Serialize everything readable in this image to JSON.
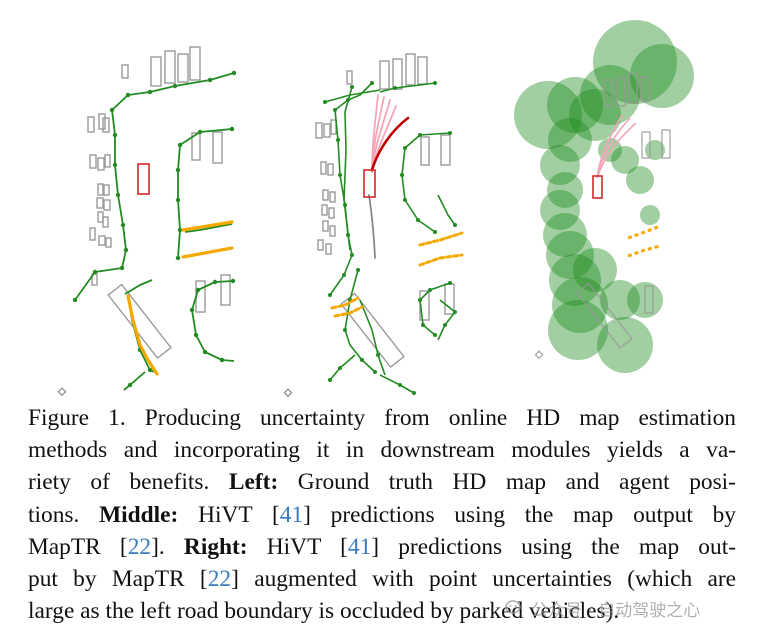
{
  "caption": {
    "label": "Figure 1.",
    "p1": "Producing uncertainty from online HD map estimation",
    "p2": "methods and incorporating it in downstream modules yields a va-",
    "p3": "riety of benefits.",
    "left_head": "Left:",
    "p4": "Ground truth HD map and agent posi-",
    "p5": "tions.",
    "middle_head": "Middle:",
    "p6": "HiVT [",
    "ref41": "41",
    "p7": "] predictions using the map output by",
    "p8": "MapTR [",
    "ref22": "22",
    "p9": "].",
    "right_head": "Right:",
    "p10": "HiVT [",
    "p11": "] predictions using the map out-",
    "p12": "put by MapTR [",
    "p13": "] augmented with point uncertainties (which are",
    "p14": "large as the left road boundary is occluded by parked vehicles)."
  },
  "watermark": {
    "text": "公众号 · 自动驾驶之心"
  },
  "colors": {
    "road": "#228b22",
    "divider": "#f5a800",
    "vehicle": "#999999",
    "ego": "#d62728",
    "pred_pink": "#f4a6b8",
    "pred_red": "#c00000",
    "uncertainty": "#1e8c1e"
  }
}
